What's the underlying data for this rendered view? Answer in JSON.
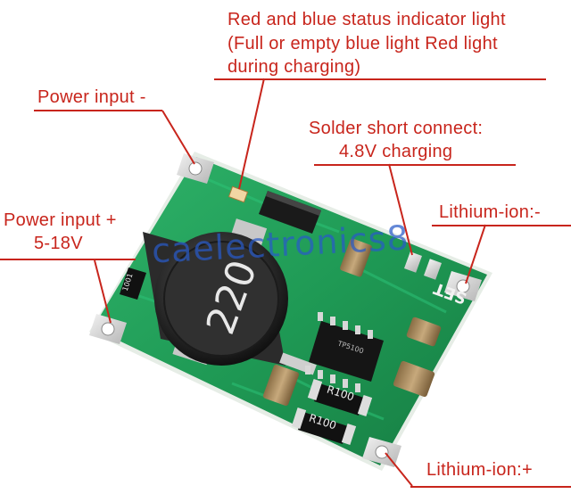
{
  "callouts": {
    "status_led": [
      "Red and blue status indicator light",
      "(Full or empty blue light Red light",
      "during charging)"
    ],
    "power_in_neg": "Power input -",
    "solder_short": [
      "Solder short connect:",
      "4.8V charging"
    ],
    "power_in_pos": [
      "Power input +",
      "5-18V"
    ],
    "lithium_neg": "Lithium-ion:-",
    "lithium_pos": "Lithium-ion:+"
  },
  "board": {
    "inductor_marking": "220",
    "resistor_1": "R100",
    "resistor_2": "R100",
    "resistor_small": "1001",
    "ic_marking": "TP5100",
    "set_label": "SET",
    "watermark": "caelectronics8"
  },
  "colors": {
    "label_red": "#c8251c",
    "pcb_green": "#1e9a52",
    "watermark_blue": "#2c5ac8"
  }
}
